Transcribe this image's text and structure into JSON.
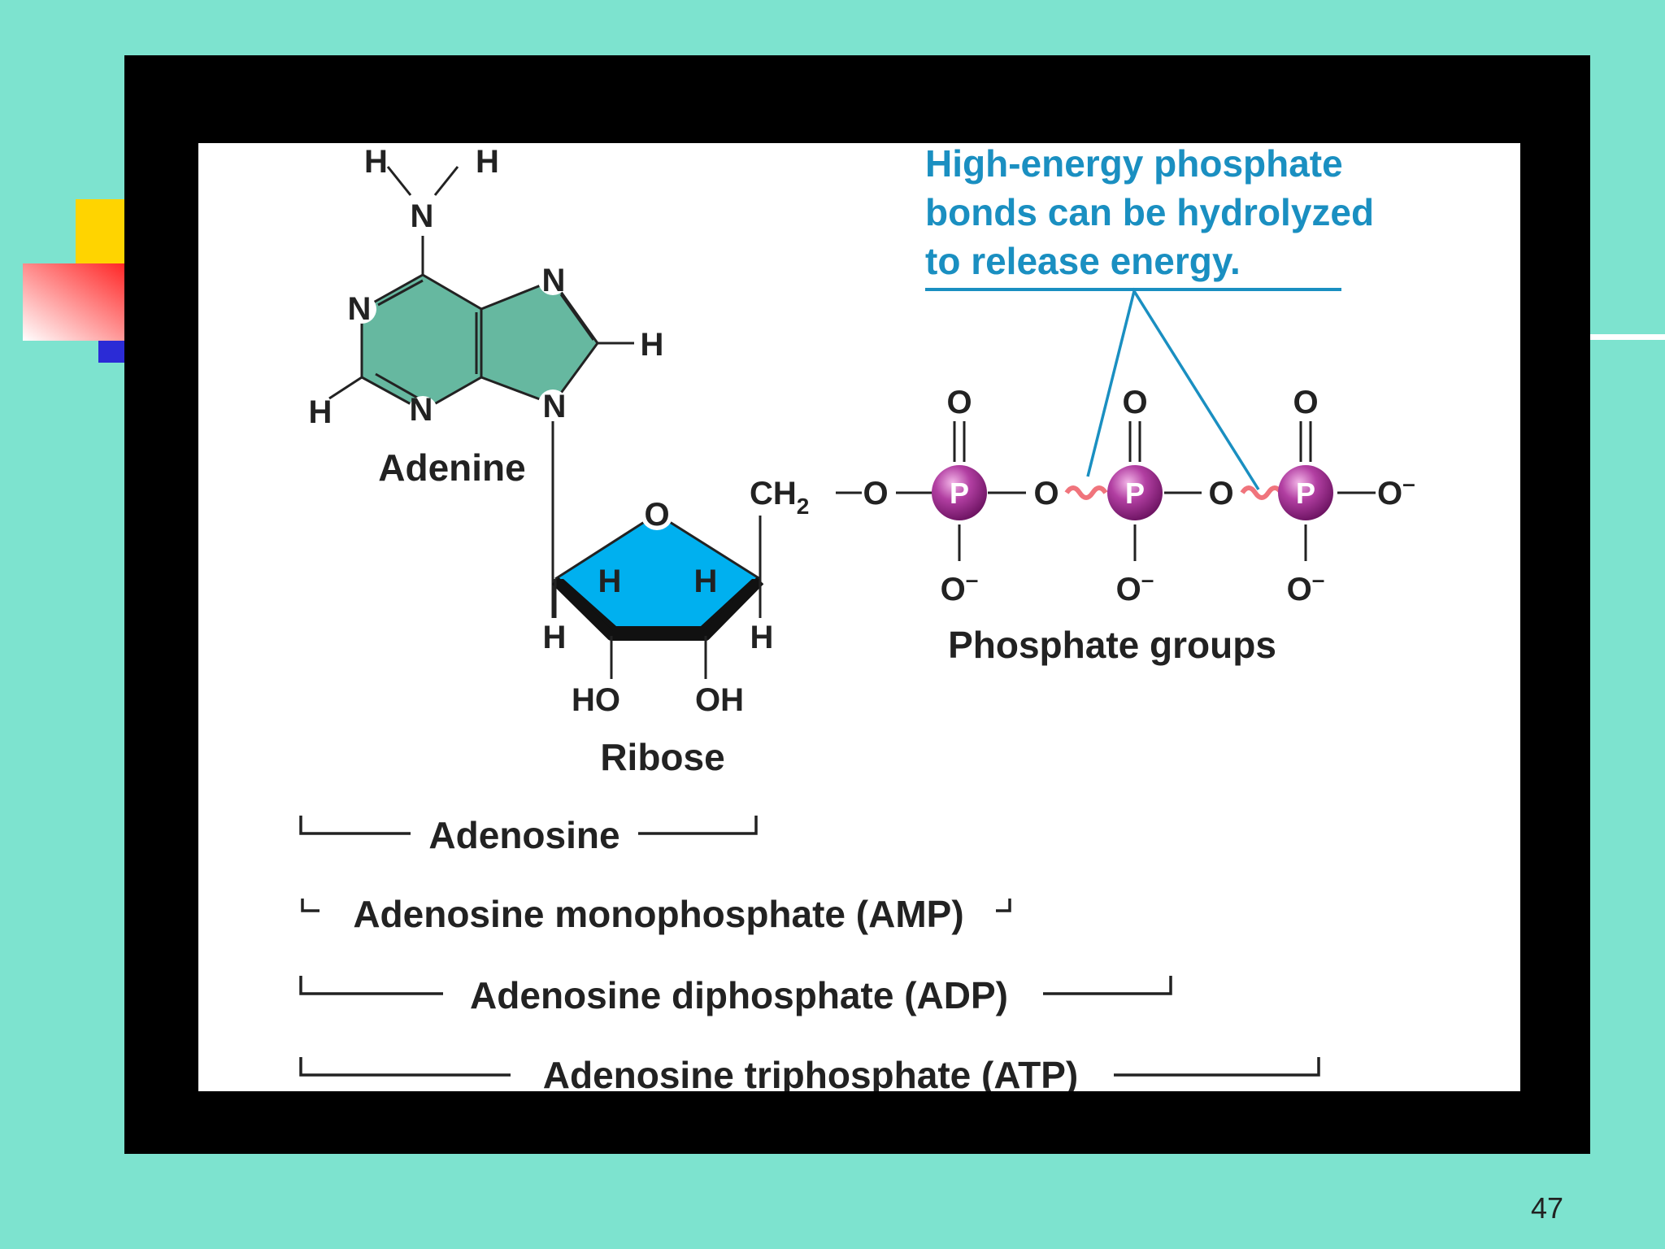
{
  "atoms": {
    "amine_h_left": "H",
    "amine_h_right": "H",
    "amine_n": "N",
    "ring_n1": "N",
    "ring_n3": "N",
    "ring_n7": "N",
    "ring_n9": "N",
    "h_c2": "H",
    "h_c8": "H",
    "ribose_o": "O",
    "ribose_h_inner_left": "H",
    "ribose_h_inner_right": "H",
    "ribose_h_c1": "H",
    "ribose_h_c4": "H",
    "ho": "HO",
    "oh": "OH",
    "ch2": "CH",
    "ch2_sub": "2",
    "o_link1": "O",
    "o_link2": "O",
    "o_link3": "O",
    "o_top1": "O",
    "o_top2": "O",
    "o_top3": "O",
    "o_bottom1": "O",
    "o_bottom2": "O",
    "o_bottom3": "O",
    "o_terminal": "O",
    "minus": "–",
    "p1": "P",
    "p2": "P",
    "p3": "P"
  },
  "labels": {
    "adenine": "Adenine",
    "ribose": "Ribose",
    "phosphate_groups": "Phosphate groups"
  },
  "callout": {
    "line1": "High-energy phosphate",
    "line2": "bonds can be hydrolyzed",
    "line3": "to release energy."
  },
  "brackets": {
    "adenosine": "Adenosine",
    "amp": "Adenosine monophosphate (AMP)",
    "adp": "Adenosine diphosphate (ADP)",
    "atp": "Adenosine triphosphate (ATP)"
  },
  "page_number": "47",
  "colors": {
    "background": "#7de3cf",
    "frame": "#000000",
    "adenine_fill": "#66b8a0",
    "ribose_fill": "#00b0ef",
    "phosphate_fill": "#9e2a8e",
    "callout": "#1a8fc1",
    "high_energy_bond": "#f0747c"
  }
}
